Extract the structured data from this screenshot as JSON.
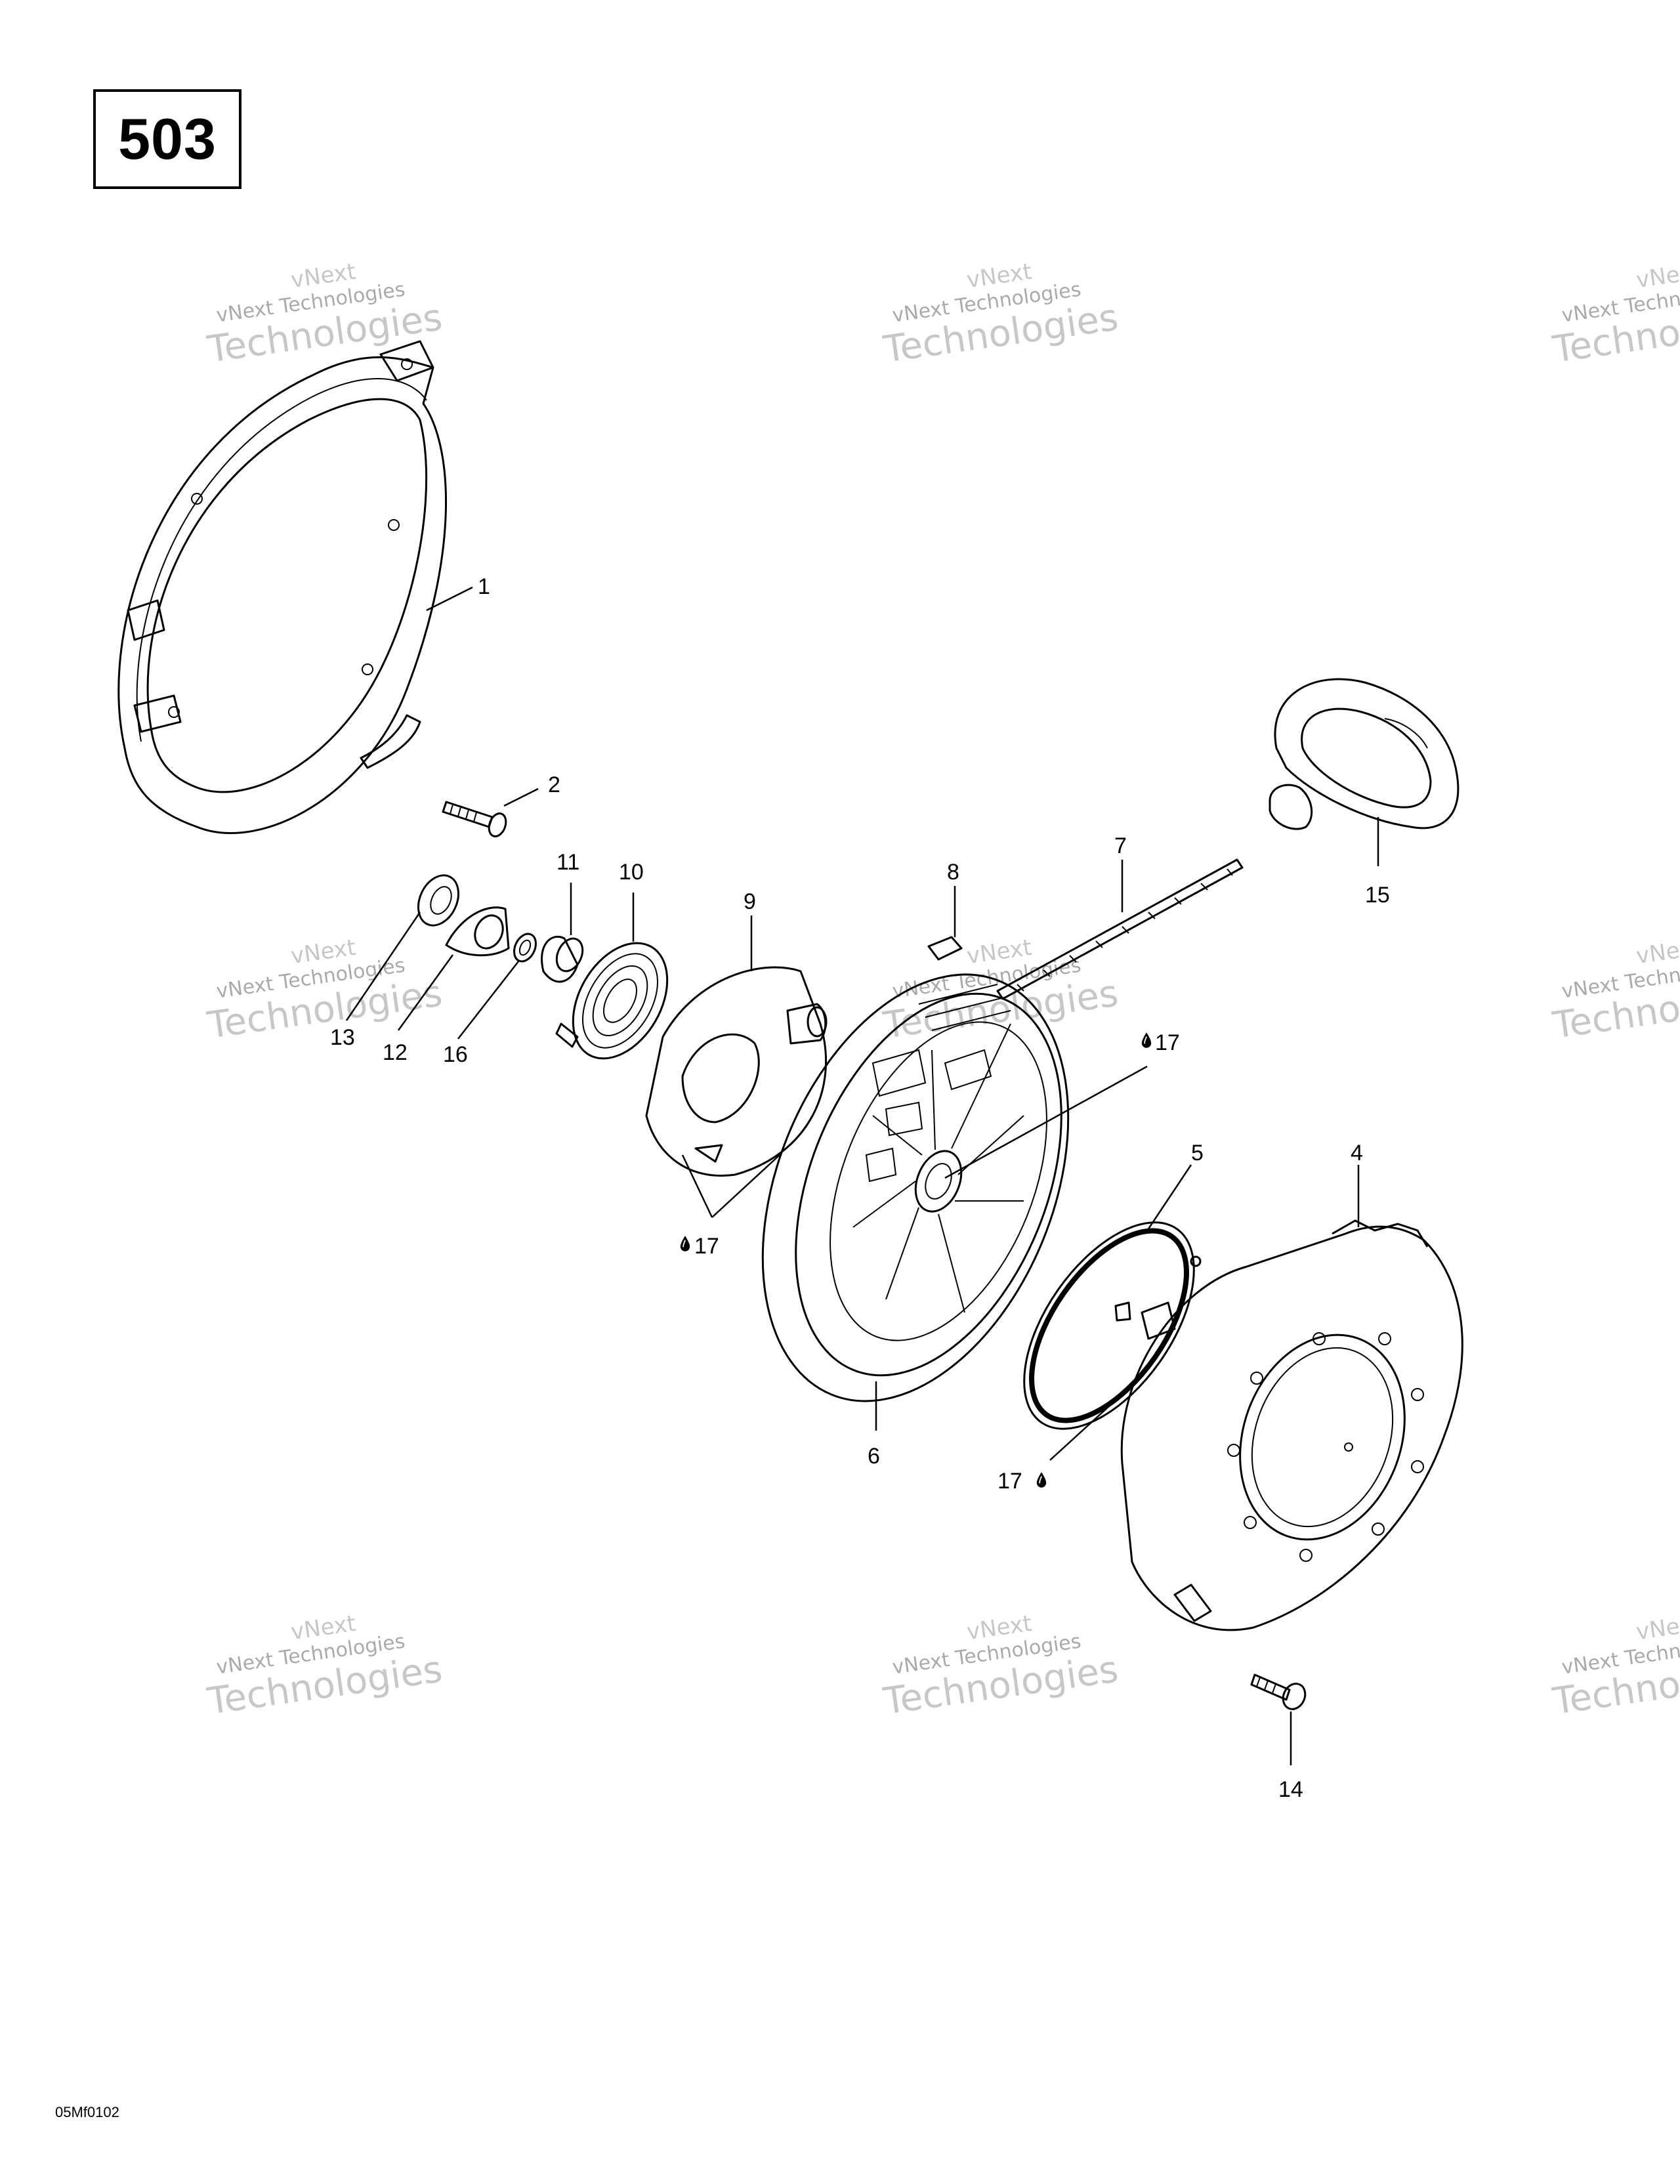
{
  "page_number": "503",
  "reference_code": "05Mf0102",
  "watermark": {
    "brand": "vNext",
    "line1": "vNext Technologies",
    "line2": "Technologies"
  },
  "callouts": [
    "1",
    "2",
    "4",
    "5",
    "6",
    "7",
    "8",
    "9",
    "10",
    "11",
    "12",
    "13",
    "14",
    "15",
    "16",
    "17",
    "17",
    "17"
  ],
  "lubricant_symbol": "oil-drop-icon"
}
